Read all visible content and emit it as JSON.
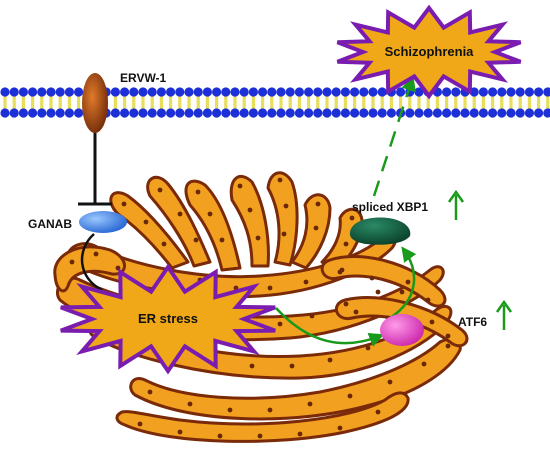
{
  "labels": {
    "ervw1": "ERVW-1",
    "ganab": "GANAB",
    "er_stress": "ER stress",
    "spliced_xbp1": "spliced XBP1",
    "atf6": "ATF6",
    "schizophrenia": "Schizophrenia"
  },
  "colors": {
    "membrane_head": "#1d2fd6",
    "membrane_tail": "#e8de5a",
    "er_fill": "#f2a020",
    "er_edge": "#7a2a08",
    "er_dot": "#6a2808",
    "star_fill": "#f0a818",
    "star_edge": "#7a1cb0",
    "ervw1_protein": "#a84a10",
    "ganab_protein": "#3a7ee8",
    "xbp1_protein": "#0f5a3e",
    "atf6_protein": "#e040c0",
    "up_arrow": "#1a9a1a",
    "pathway_arrow": "#1a9a1a",
    "inhibition": "#111111"
  },
  "icons": {
    "up_xbp1": "up-arrow-icon",
    "up_atf6": "up-arrow-icon"
  }
}
